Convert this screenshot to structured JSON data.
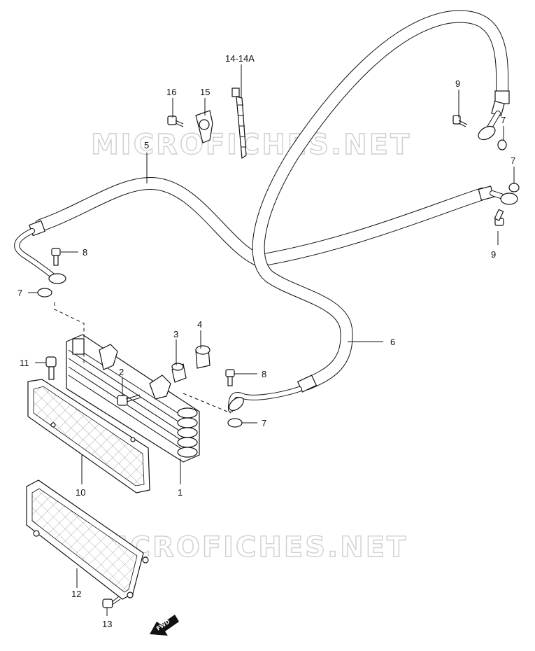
{
  "watermark": "MICROFICHES.NET",
  "fwd_label": "FWD",
  "callouts": {
    "c1": "1",
    "c2": "2",
    "c3": "3",
    "c4": "4",
    "c5": "5",
    "c6": "6",
    "c7a": "7",
    "c7b": "7",
    "c7c": "7",
    "c7d": "7",
    "c8a": "8",
    "c8b": "8",
    "c9a": "9",
    "c9b": "9",
    "c10": "10",
    "c11": "11",
    "c12": "12",
    "c13": "13",
    "c14": "14-14A",
    "c15": "15",
    "c16": "16"
  }
}
